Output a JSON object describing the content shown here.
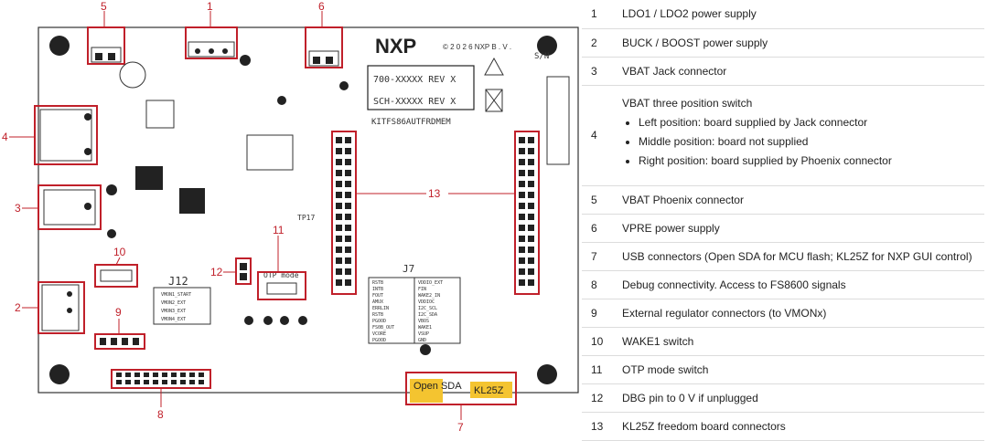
{
  "board": {
    "brand": "NXP",
    "copyright": "© 2 0 2 6  NXP  B . V .",
    "label_700": "700-XXXXX REV X",
    "label_sch": "SCH-XXXXX REV X",
    "part_number": "KITFS86AUTFRDMEM",
    "sn_label": "S/N",
    "j12_label": "J12",
    "j7_label": "J7",
    "tp17_label": "TP17",
    "otp_label": "OTP mode",
    "open_sda": "Open SDA",
    "kl25z": "KL25Z",
    "j7_left_pins": [
      "RSTB",
      "INTB",
      "FOUT",
      "AMUX",
      "ERRLIN",
      "RSTB",
      "PGOOD",
      "FS0B_OUT",
      "VCORE",
      "PGOOD"
    ],
    "j7_right_pins": [
      "VDDIO_EXT",
      "FIN",
      "WAKE2_IN",
      "VDDIOC",
      "I2C_SCL",
      "I2C_SDA",
      "VBOS",
      "WAKE1",
      "VSUP",
      "GND"
    ],
    "j12_rows": [
      "VMON1_START",
      "VMON2_EXT",
      "VMON3_EXT",
      "VMON4_EXT"
    ]
  },
  "callouts": [
    "1",
    "2",
    "3",
    "4",
    "5",
    "6",
    "7",
    "8",
    "9",
    "10",
    "11",
    "12",
    "13"
  ],
  "legend": [
    {
      "num": "1",
      "text": "LDO1 / LDO2 power supply"
    },
    {
      "num": "2",
      "text": "BUCK / BOOST power supply"
    },
    {
      "num": "3",
      "text": "VBAT Jack connector"
    },
    {
      "num": "4",
      "text": "VBAT three position switch",
      "bullets": [
        "Left position: board supplied by Jack connector",
        "Middle position: board not supplied",
        "Right position: board supplied by Phoenix connector"
      ]
    },
    {
      "num": "5",
      "text": "VBAT Phoenix connector"
    },
    {
      "num": "6",
      "text": "VPRE power supply"
    },
    {
      "num": "7",
      "text": "USB connectors (Open SDA for MCU flash; KL25Z for NXP GUI control)"
    },
    {
      "num": "8",
      "text": "Debug connectivity. Access to FS8600 signals"
    },
    {
      "num": "9",
      "text": "External regulator connectors (to VMONx)"
    },
    {
      "num": "10",
      "text": "WAKE1 switch"
    },
    {
      "num": "11",
      "text": "OTP mode switch"
    },
    {
      "num": "12",
      "text": "DBG pin to 0 V if unplugged"
    },
    {
      "num": "13",
      "text": "KL25Z freedom board connectors"
    }
  ],
  "colors": {
    "callout_red": "#c0202a",
    "usb_yellow": "#f4c430",
    "board_outline": "#333333"
  }
}
